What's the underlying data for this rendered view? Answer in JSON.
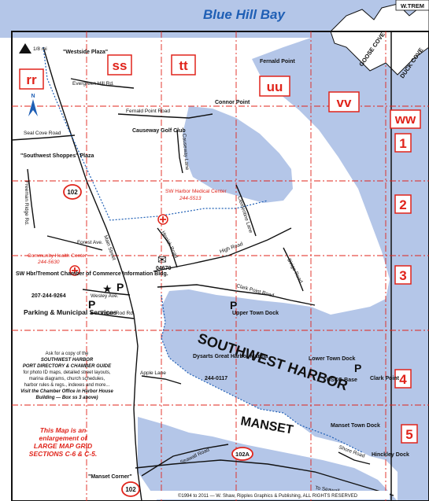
{
  "title": "Blue Hill Bay",
  "water_labels": {
    "harbor": "SOUTHWEST HARBOR",
    "manset": "MANSET",
    "goose_cove": "GOOSE COVE",
    "duck_cove": "DUCK COVE",
    "w_tremont": "W.TREM"
  },
  "grid_cols": [
    "rr",
    "ss",
    "tt",
    "uu",
    "vv",
    "ww"
  ],
  "grid_rows": [
    "1",
    "2",
    "3",
    "4",
    "5"
  ],
  "compass": {
    "mile_label": "1/8 mi",
    "north": "N"
  },
  "places": {
    "westside_plaza": "\"Westside Plaza\"",
    "southwest_shoppes": "\"Southwest Shoppes\" Plaza",
    "fernald_point": "Fernald Point",
    "connor_point": "Connor Point",
    "causeway_golf": "Causeway Golf Club",
    "sw_harbor_medical": "SW Harbor Medical Center",
    "medical_phone": "244-5513",
    "community_health": "Community Health Center",
    "health_phone": "244-5630",
    "chamber": "SW Hbr/Tremont Chamber of Commerce Information Bldg.",
    "chamber_phone": "207-244-9264",
    "post_office": "04679",
    "parking": "Parking & Municipal Services",
    "upper_town_dock": "Upper Town Dock",
    "lower_town_dock": "Lower Town Dock",
    "uscg": "USCG Base",
    "clark_point": "Clark Point",
    "dysarts": "Dysarts Great Harbor Marina",
    "dysarts_phone": "244-0117",
    "manset_town_dock": "Manset Town Dock",
    "hinckley_dock": "Hinckley Dock",
    "manset_corner": "\"Manset Corner\""
  },
  "roads": {
    "seal_cove": "Seal Cove Road",
    "freeman_ridge": "Freeman Ridge Rd.",
    "evergreen_hill": "Evergreen Hill Rd.",
    "fernald_point": "Fernald Point Road",
    "causeway": "Causeway Lane",
    "forest_ave": "Forest Ave.",
    "main_street": "Main Street",
    "herrick": "Herrick Road",
    "clementine": "Clementine Lane",
    "high_road": "High Road",
    "dirigo": "Dirigo Road",
    "clark_point_road": "Clark Point Road",
    "wesley": "Wesley Ave.",
    "three_rod": "Three Rod Rd.",
    "apple_lane": "Apple Lane",
    "seawall": "Seawall Road",
    "shore": "Shore Road",
    "to_seawall": "To Seawall",
    "route_102": "102",
    "route_102a": "102A"
  },
  "info": {
    "ask_line1": "Ask for a copy of the",
    "ask_line2": "SOUTHWEST HARBOR",
    "ask_line3": "PORT DIRECTORY & CHAMBER GUIDE",
    "ask_line4": "for photo ID maps, detailed street layouts,",
    "ask_line5": "marina diagrams, church schedules,",
    "ask_line6": "harbor rules & regs., indexes and more...",
    "ask_line7": "Visit the Chamber Office in Harbor House",
    "ask_line8": "Building — Box ss 3 above)"
  },
  "enlargement": {
    "line1": "This Map is an",
    "line2": "enlargement of",
    "line3": "LARGE MAP GRID",
    "line4": "SECTIONS C-6 & C-5."
  },
  "copyright": "©1994 to 2011 — W. Shaw, Ripples Graphics & Publishing, ALL RIGHTS RESERVED",
  "colors": {
    "water": "#b4c6e8",
    "grid": "#e0241b",
    "title": "#1f5fb5",
    "road": "#111111"
  }
}
